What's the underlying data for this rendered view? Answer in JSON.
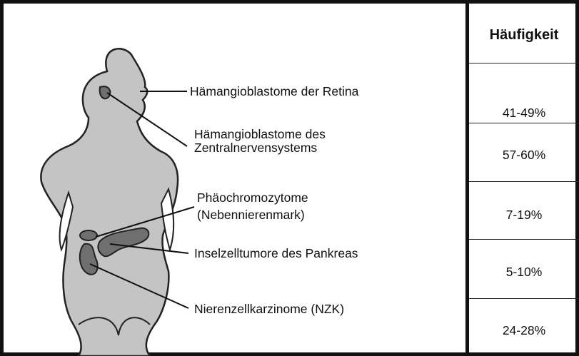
{
  "colors": {
    "body": "#c4c4c4",
    "outline": "#222222",
    "organ": "#6f6f6f",
    "border": "#111111"
  },
  "labels": {
    "retina": "Hämangioblastome der Retina",
    "zns": "Hämangioblastome des\nZentralnervensystems",
    "phaeo": "Phäochromozytome\n(Nebennierenmark)",
    "pancreas": "Inselzelltumore des Pankreas",
    "nzk": "Nierenzellkarzinome (NZK)"
  },
  "table": {
    "header": "Häufigkeit",
    "rows": [
      "41-49%",
      "57-60%",
      "7-19%",
      "5-10%",
      "24-28%"
    ]
  }
}
